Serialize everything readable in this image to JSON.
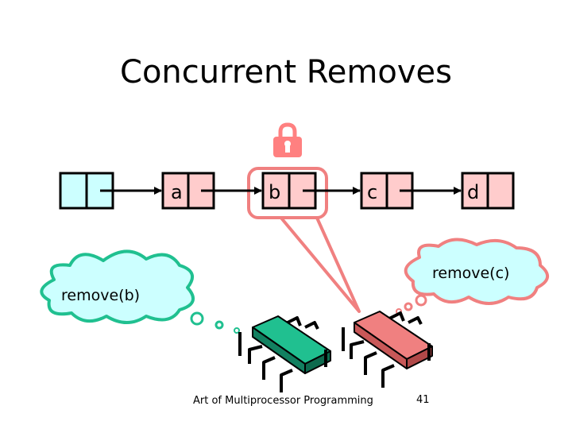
{
  "slide": {
    "title": "Concurrent Removes",
    "footer_course": "Art of Multiprocessor Programming",
    "footer_page": "41"
  },
  "list": {
    "nodes": [
      {
        "label": "",
        "role": "head-sentinel"
      },
      {
        "label": "a",
        "role": "node"
      },
      {
        "label": "b",
        "role": "node"
      },
      {
        "label": "c",
        "role": "node"
      },
      {
        "label": "d",
        "role": "node"
      }
    ],
    "locked_node": "b"
  },
  "threads": {
    "left": {
      "action": "remove(b)",
      "color": "#20c090"
    },
    "right": {
      "action": "remove(c)",
      "color": "#f08080"
    }
  },
  "colors": {
    "head_fill": "#ccffff",
    "node_fill": "#ffcccc",
    "lock": "#ff8080",
    "thought_fill": "#ccffff",
    "thought_border": "#20c090",
    "speech_border": "#f08080"
  }
}
